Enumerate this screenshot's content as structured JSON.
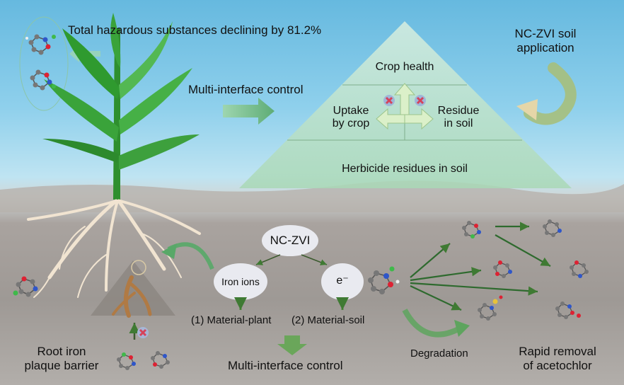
{
  "top": {
    "total_decline": "Total hazardous substances declining by 81.2%",
    "multi_interface_top": "Multi-interface control",
    "app_line1": "NC-ZVI soil",
    "app_line2": "application"
  },
  "pyramid": {
    "apex": "Crop health",
    "left_line1": "Uptake",
    "left_line2": "by crop",
    "right_line1": "Residue",
    "right_line2": "in soil",
    "base": "Herbicide residues in soil"
  },
  "center": {
    "ncvzi": "NC-ZVI",
    "iron_ions": "Iron ions",
    "electron": "e⁻",
    "material_plant": "(1) Material-plant",
    "material_soil": "(2) Material-soil",
    "multi_interface_bottom": "Multi-interface control",
    "degradation": "Degradation"
  },
  "left": {
    "barrier_line1": "Root iron",
    "barrier_line2": "plaque barrier"
  },
  "right": {
    "removal_line1": "Rapid removal",
    "removal_line2": "of acetochlor"
  },
  "colors": {
    "arrow_green": "#4e8b3a",
    "pyramid_fill": "#bfe3c9",
    "cross": "#d6425a",
    "soil": "#a29d99"
  }
}
